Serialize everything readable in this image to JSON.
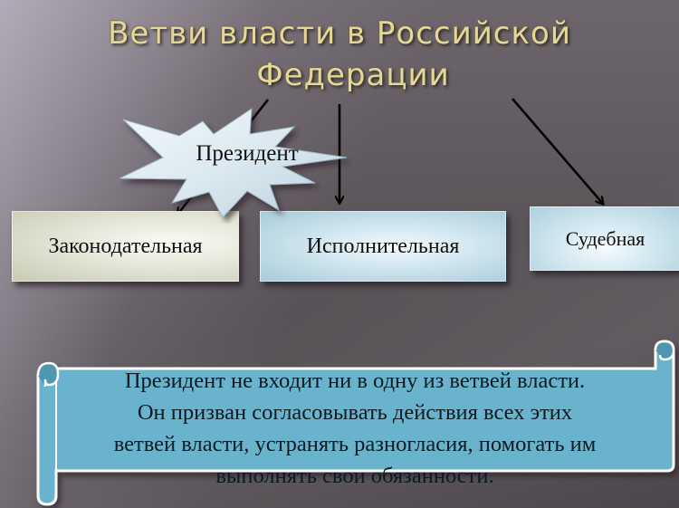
{
  "slide": {
    "title_line1": "Ветви власти в Российской",
    "title_line2": "Федерации",
    "colors": {
      "title": "#e3d79a",
      "background": "#5a5459",
      "scroll_fill": "#6bb3cc",
      "scroll_border": "#ffffff",
      "legislative_box": "#e7e9dc",
      "executive_box": "#d3e8f0",
      "judicial_box": "#d6eaf2"
    }
  },
  "diagram": {
    "center_node": {
      "label": "Президент",
      "shape": "explosion-star"
    },
    "branches": [
      {
        "id": "legislative",
        "label": "Законодательная"
      },
      {
        "id": "executive",
        "label": "Исполнительная"
      },
      {
        "id": "judicial",
        "label": "Судебная"
      }
    ],
    "arrows": [
      {
        "from": "title",
        "to": "legislative"
      },
      {
        "from": "title",
        "to": "executive"
      },
      {
        "from": "title",
        "to": "judicial"
      }
    ]
  },
  "note": {
    "lines": [
      "Президент не входит ни в одну из ветвей власти.",
      "Он призван согласовывать действия всех этих",
      "ветвей власти, устранять разногласия, помогать им",
      "выполнять свои обязанности."
    ]
  }
}
